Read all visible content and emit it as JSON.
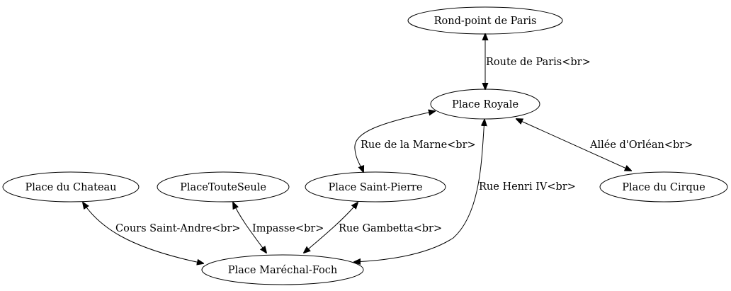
{
  "graph": {
    "nodes": [
      {
        "id": "rond_point",
        "label": "Rond-point de Paris"
      },
      {
        "id": "place_royale",
        "label": "Place Royale"
      },
      {
        "id": "place_chateau",
        "label": "Place du Chateau"
      },
      {
        "id": "place_toute_seule",
        "label": "PlaceToute­Seule"
      },
      {
        "id": "place_saint_pierre",
        "label": "Place Saint-Pierre"
      },
      {
        "id": "place_cirque",
        "label": "Place du Cirque"
      },
      {
        "id": "place_marechal_foch",
        "label": "Place Maréchal-Foch"
      }
    ],
    "edges": [
      {
        "id": "route_paris",
        "from": "place_royale",
        "to": "rond_point",
        "label": "Route de Paris<br>",
        "directed": "both"
      },
      {
        "id": "rue_marne",
        "from": "place_royale",
        "to": "place_saint_pierre",
        "label": "Rue de la Marne<br>",
        "directed": "both"
      },
      {
        "id": "allee_orlean",
        "from": "place_royale",
        "to": "place_cirque",
        "label": "Allée d'Orléan<br>",
        "directed": "both"
      },
      {
        "id": "rue_henri",
        "from": "place_royale",
        "to": "place_marechal_foch",
        "label": "Rue Henri IV<br>",
        "directed": "both"
      },
      {
        "id": "cours_saint_andre",
        "from": "place_chateau",
        "to": "place_marechal_foch",
        "label": "Cours Saint-Andre<br>",
        "directed": "both"
      },
      {
        "id": "impasse",
        "from": "place_toute_seule",
        "to": "place_marechal_foch",
        "label": "Impasse<br>",
        "directed": "both"
      },
      {
        "id": "rue_gambetta",
        "from": "place_saint_pierre",
        "to": "place_marechal_foch",
        "label": "Rue Gambetta<br>",
        "directed": "both"
      }
    ]
  }
}
